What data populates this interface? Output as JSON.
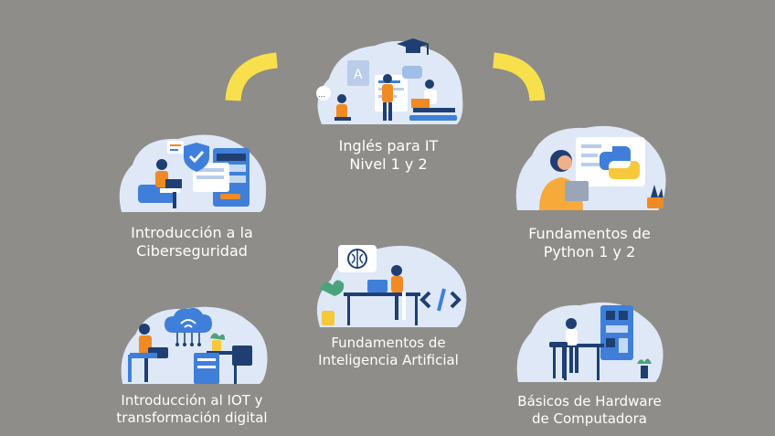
{
  "colors": {
    "background": "#8e8d89",
    "accent_yellow": "#f7e04b",
    "blob": "#dfe8f7",
    "orange": "#f08a24",
    "navy": "#1f3f73",
    "blue": "#3f7fd9"
  },
  "courses": [
    {
      "id": "ingles",
      "icon": "graduation-cap-icon",
      "lines": [
        "Inglés para IT",
        "Nivel 1 y 2"
      ]
    },
    {
      "id": "ciberseguridad",
      "icon": "shield-check-icon",
      "lines": [
        "Introducción a la",
        "Ciberseguridad"
      ]
    },
    {
      "id": "python",
      "icon": "python-logo-icon",
      "lines": [
        "Fundamentos de",
        "Python 1 y 2"
      ]
    },
    {
      "id": "ia",
      "icon": "brain-icon",
      "lines": [
        "Fundamentos de",
        "Inteligencia Artificial"
      ]
    },
    {
      "id": "iot",
      "icon": "cloud-network-icon",
      "lines": [
        "Introducción al IOT y",
        "transformación digital"
      ]
    },
    {
      "id": "hardware",
      "icon": "circuit-board-icon",
      "lines": [
        "Básicos de Hardware",
        "de Computadora"
      ]
    }
  ]
}
